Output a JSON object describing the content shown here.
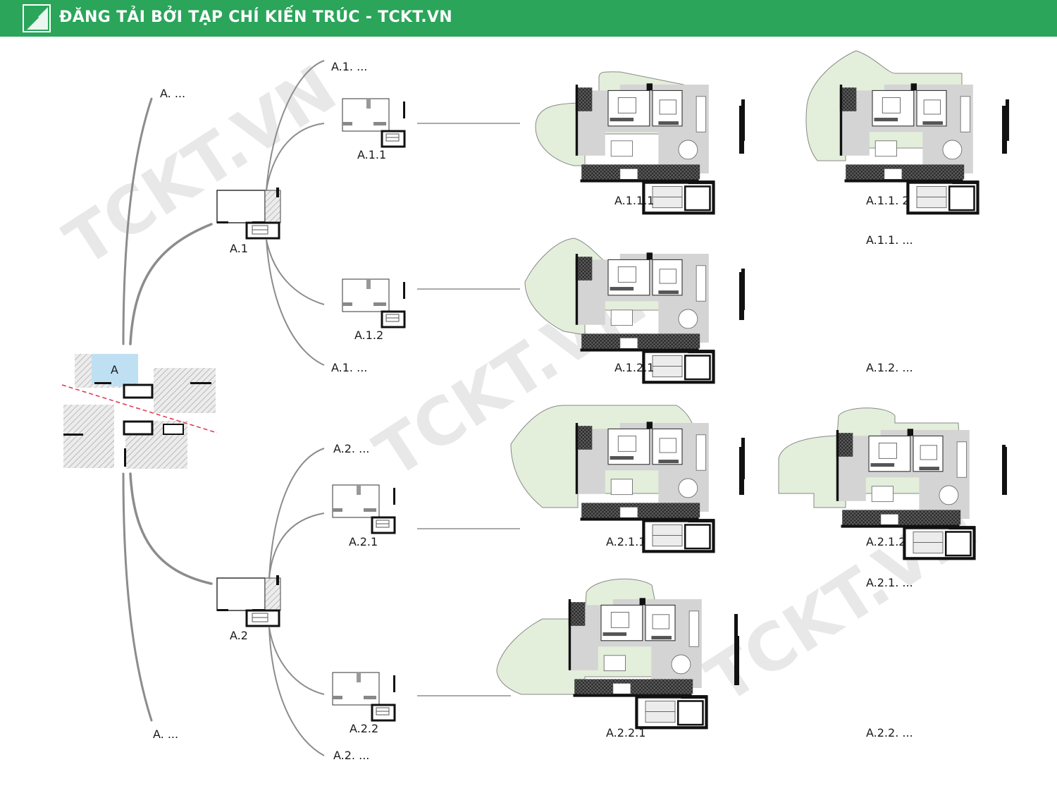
{
  "banner": {
    "title": "ĐĂNG TẢI BỞI TẠP CHÍ KIẾN TRÚC - TCKT.VN",
    "logo_icon": "tckt-logo-icon",
    "color": "#2aa55a"
  },
  "watermark": "TCKT.VN",
  "colors": {
    "branch_line": "#8c8c8c",
    "garden": "#e3eedb",
    "floor": "#d4d4d4",
    "highlight": "#bfe0f3",
    "section_cut": "#e0334a"
  },
  "root": {
    "zone_label": "A"
  },
  "labels": {
    "a_top": "A. ...",
    "a_bottom": "A. ...",
    "a1": "A.1",
    "a2": "A.2",
    "a1_more_top": "A.1. ...",
    "a1_more_bottom": "A.1. ...",
    "a2_more_top": "A.2. ...",
    "a2_more_bottom": "A.2. ...",
    "a11": "A.1.1",
    "a12": "A.1.2",
    "a21": "A.2.1",
    "a22": "A.2.2",
    "a111": "A.1.1.1",
    "a112": "A.1.1. 2",
    "a11_more": "A.1.1. ...",
    "a121": "A.1.2.1",
    "a12_more": "A.1.2. ...",
    "a211": "A.2.1.1",
    "a212": "A.2.1.2",
    "a21_more": "A.2.1. ...",
    "a221": "A.2.2.1",
    "a22_more": "A.2.2. ..."
  }
}
